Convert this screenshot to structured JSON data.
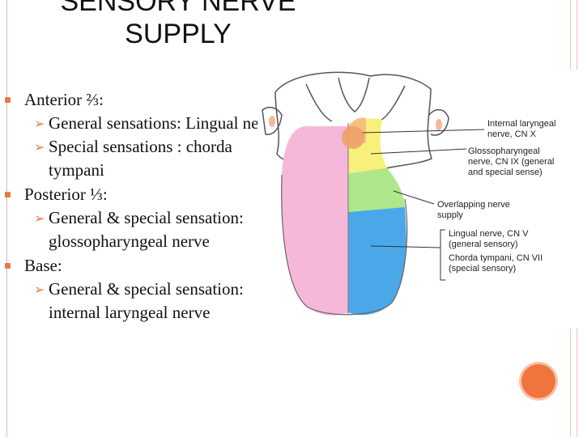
{
  "slide": {
    "title_line1": "SENSORY NERVE",
    "title_line2": "SUPPLY",
    "bullets": [
      {
        "level": 1,
        "text": "Anterior ⅔:"
      },
      {
        "level": 2,
        "text": "General sensations: Lingual nerve"
      },
      {
        "level": 2,
        "text": "Special sensations : chorda tympani"
      },
      {
        "level": 1,
        "text": "Posterior ⅓:"
      },
      {
        "level": 2,
        "text": "General & special sensation: glossopharyngeal nerve"
      },
      {
        "level": 1,
        "text": "Base:"
      },
      {
        "level": 2,
        "text": "General & special sensation: internal laryngeal nerve"
      }
    ],
    "colors": {
      "accent": "#f0743e",
      "frame": "#e8b8a8"
    }
  },
  "diagram": {
    "labels": [
      {
        "line1": "Internal laryngeal",
        "line2": "nerve, CN X",
        "line3": ""
      },
      {
        "line1": "Glossopharyngeal",
        "line2": "nerve, CN IX (general",
        "line3": "and special sense)"
      },
      {
        "line1": "Overlapping nerve",
        "line2": "supply",
        "line3": ""
      },
      {
        "line1": "Lingual nerve, CN V",
        "line2": "(general sensory)",
        "line3": ""
      },
      {
        "line1": "Chorda tympani, CN VII",
        "line2": "(special sensory)",
        "line3": ""
      }
    ],
    "region_colors": {
      "lingual_chorda_left": "#f6b8d8",
      "lingual_chorda_right": "#4aa8e8",
      "glossopharyngeal": "#f8f07a",
      "overlap": "#aee88a",
      "internal_laryngeal": "#f6c07a"
    }
  }
}
